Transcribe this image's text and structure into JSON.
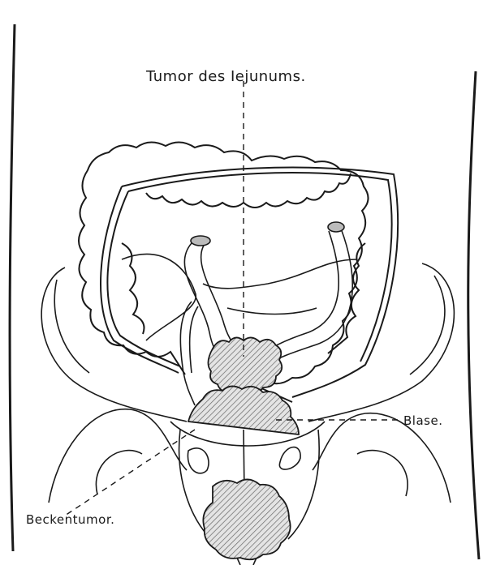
{
  "labels": {
    "tumor_jejunum": "Tumor des Iejunums.",
    "blase": "Blase.",
    "beckentumor": "Beckentumor."
  },
  "colors": {
    "ink": "#1a1a1a",
    "paper": "#ffffff",
    "hatch": "#9a9a9a"
  }
}
